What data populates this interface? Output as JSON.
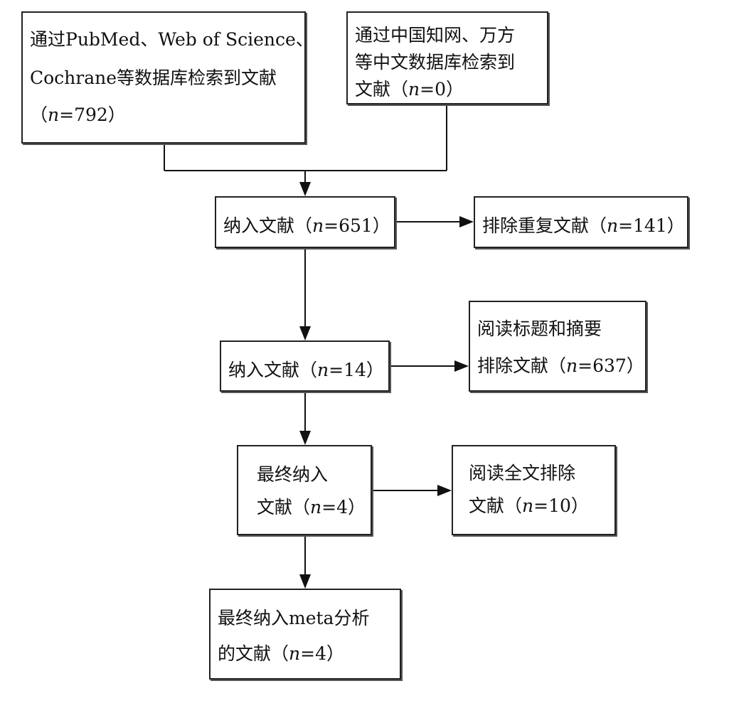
{
  "boxes": {
    "english_db": {
      "line1": "通过PubMed、Web of Science、",
      "line2": "Cochrane等数据库检索到文献",
      "line3_pre": "（",
      "n_symbol": "n",
      "line3_post": "=792）"
    },
    "chinese_db": {
      "line1": "通过中国知网、万方",
      "line2": "等中文数据库检索到",
      "line3_pre": "文献（",
      "n_symbol": "n",
      "line3_post": "=0）"
    },
    "included_651": {
      "pre": "纳入文献（",
      "n_symbol": "n",
      "post": "=651）"
    },
    "excluded_duplicates": {
      "pre": "排除重复文献（",
      "n_symbol": "n",
      "post": "=141）"
    },
    "included_14": {
      "pre": "纳入文献（",
      "n_symbol": "n",
      "post": "=14）"
    },
    "excluded_title_abstract": {
      "line1": "阅读标题和摘要",
      "line2_pre": "排除文献（",
      "n_symbol": "n",
      "line2_post": "=637）"
    },
    "final_included_4": {
      "line1": "最终纳入",
      "line2_pre": "文献（",
      "n_symbol": "n",
      "line2_post": "=4）"
    },
    "excluded_fulltext": {
      "line1": "阅读全文排除",
      "line2_pre": "文献（",
      "n_symbol": "n",
      "line2_post": "=10）"
    },
    "meta_analysis": {
      "line1": "最终纳入meta分析",
      "line2_pre": "的文献（",
      "n_symbol": "n",
      "line2_post": "=4）"
    }
  }
}
